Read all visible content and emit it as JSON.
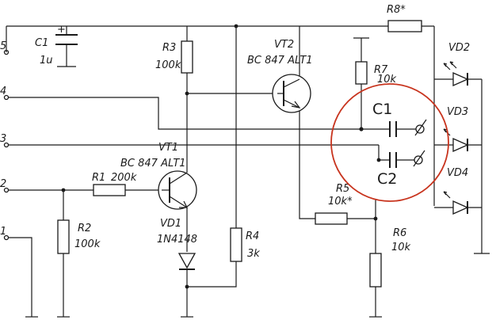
{
  "terminals": [
    "5",
    "4",
    "3",
    "2",
    "1"
  ],
  "components": {
    "r8": "R8*",
    "c1": "C1",
    "c1_value": "1u",
    "c1_plus": "+",
    "r3": "R3",
    "r3_value": "100k",
    "vt2": "VT2",
    "vt2_type": "BC 847 ALT1",
    "r7": "R7",
    "r7_value": "10k",
    "vt1": "VT1",
    "vt1_type": "BC 847 ALT1",
    "r1": "R1",
    "r1_value": "200k",
    "r2": "R2",
    "r2_value": "100k",
    "vd1": "VD1",
    "vd1_type": "1N4148",
    "r4": "R4",
    "r4_value": "3k",
    "r5": "R5",
    "r5_value": "10k*",
    "r6": "R6",
    "r6_value": "10k",
    "vd2": "VD2",
    "vd3": "VD3",
    "vd4": "VD4"
  },
  "annotations": {
    "c1": "C1",
    "c2": "C2",
    "highlight_color": "#c8341e"
  }
}
